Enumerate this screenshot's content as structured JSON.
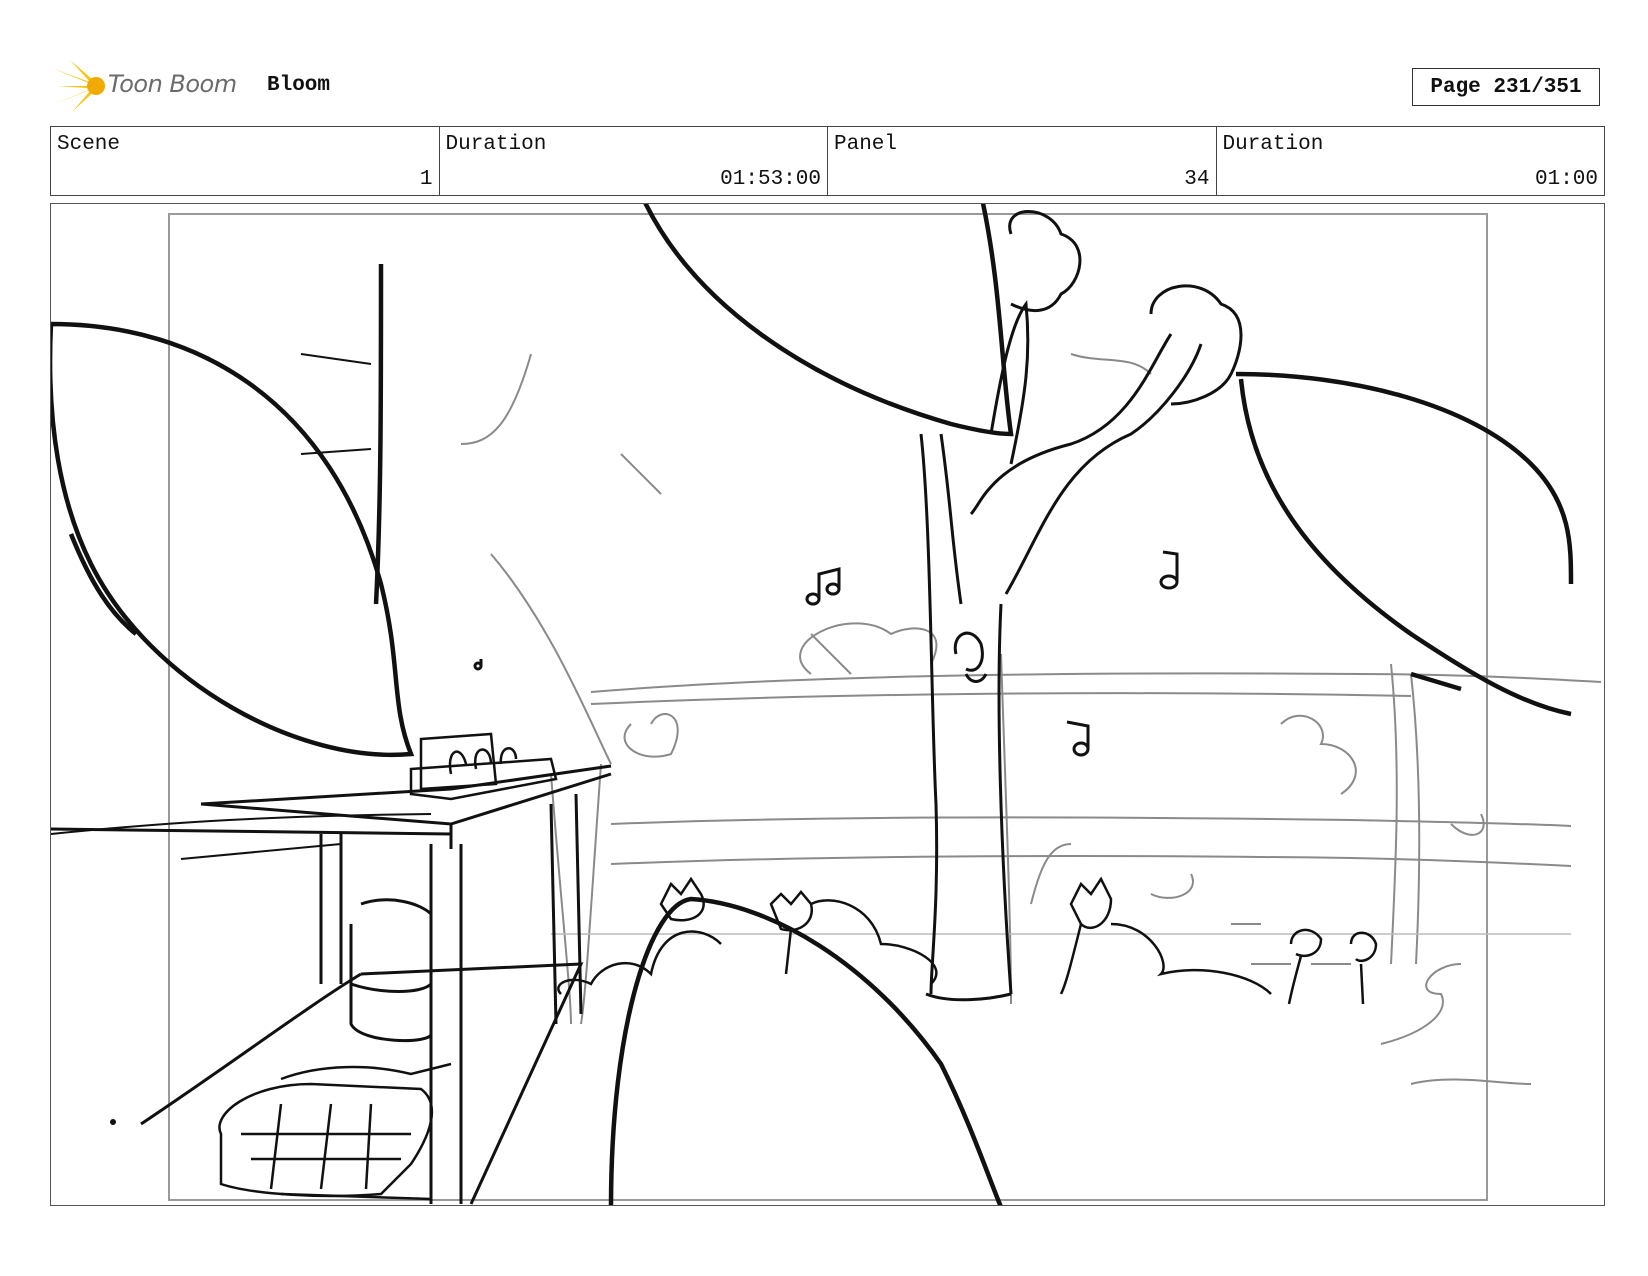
{
  "header": {
    "logo_text": "Toon Boom",
    "project_title": "Bloom",
    "page_label": "Page 231/351"
  },
  "info": [
    {
      "label": "Scene",
      "value": "1"
    },
    {
      "label": "Duration",
      "value": "01:53:00"
    },
    {
      "label": "Panel",
      "value": "34"
    },
    {
      "label": "Duration",
      "value": "01:00"
    }
  ],
  "colors": {
    "ink": "#111111",
    "sketch_gray": "#8a8a8a",
    "logo_yellow": "#f5c518",
    "logo_text": "#6b6b6b"
  }
}
